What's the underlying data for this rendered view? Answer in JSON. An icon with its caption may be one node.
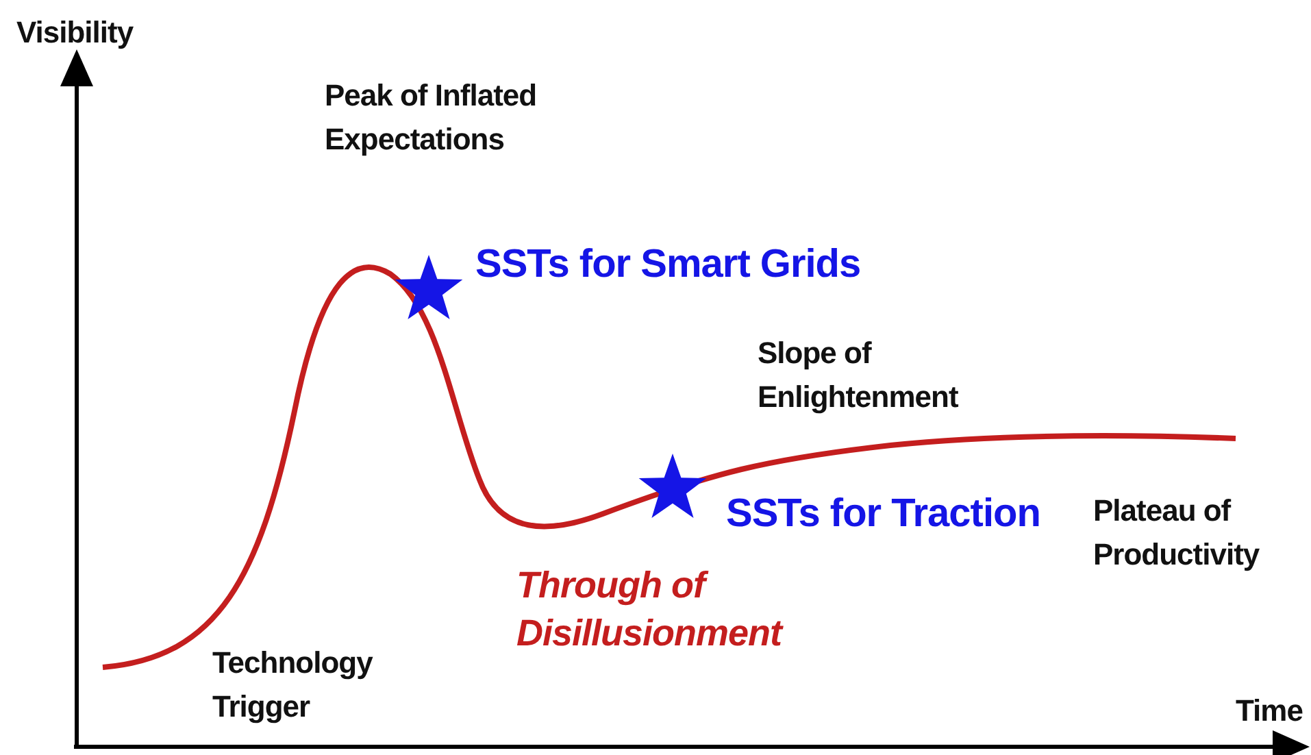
{
  "diagram": {
    "labels": [
      "Visibility",
      "Peak of Inflated Expectations",
      "SSTs for Smart Grids",
      "Slope of Enlightenment",
      "SSTs for Traction",
      "Plateau of Productivity",
      "Through of Disillusionment",
      "Technology Trigger",
      "Time"
    ]
  }
}
